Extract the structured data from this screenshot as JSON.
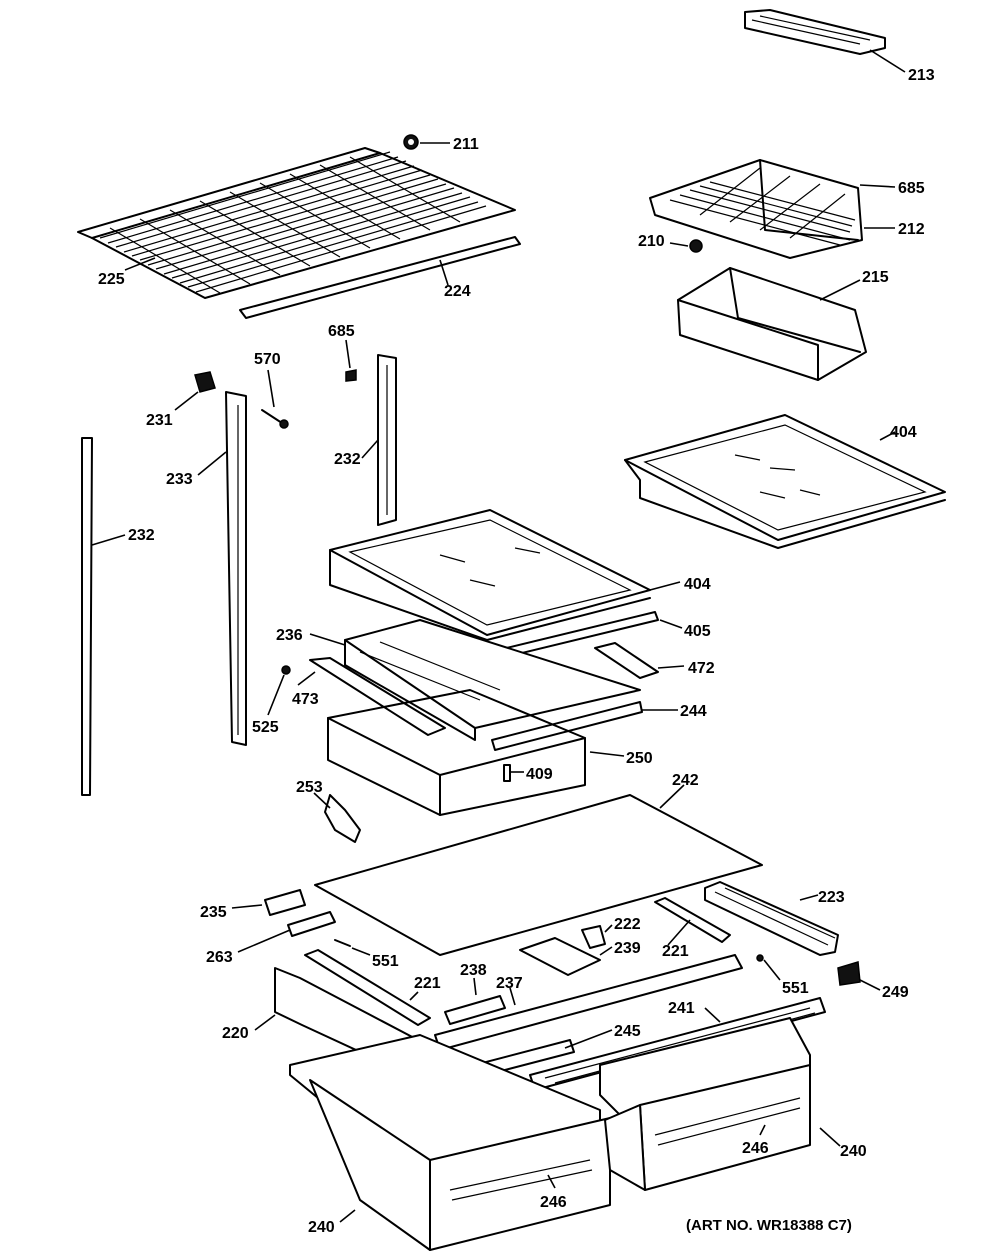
{
  "callouts": {
    "c213": "213",
    "c211": "211",
    "c685a": "685",
    "c212": "212",
    "c210": "210",
    "c215": "215",
    "c225": "225",
    "c224": "224",
    "c570": "570",
    "c685b": "685",
    "c231": "231",
    "c233": "233",
    "c232a": "232",
    "c232b": "232",
    "c404a": "404",
    "c404b": "404",
    "c405": "405",
    "c236": "236",
    "c472": "472",
    "c473": "473",
    "c525": "525",
    "c244": "244",
    "c250": "250",
    "c409": "409",
    "c253": "253",
    "c242": "242",
    "c223": "223",
    "c235": "235",
    "c222": "222",
    "c263": "263",
    "c239": "239",
    "c221a": "221",
    "c551a": "551",
    "c238": "238",
    "c221b": "221",
    "c237": "237",
    "c241": "241",
    "c551b": "551",
    "c249": "249",
    "c220": "220",
    "c245": "245",
    "c246a": "246",
    "c240a": "240",
    "c246b": "246",
    "c240b": "240"
  },
  "art_number": "(ART NO. WR18388 C7)"
}
